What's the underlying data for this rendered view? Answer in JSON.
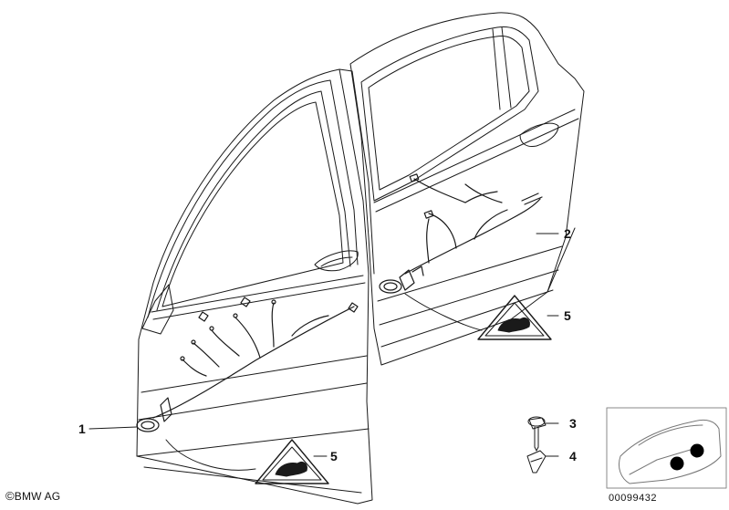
{
  "callouts": [
    {
      "id": "1",
      "label": "1"
    },
    {
      "id": "2",
      "label": "2"
    },
    {
      "id": "3",
      "label": "3"
    },
    {
      "id": "4",
      "label": "4"
    },
    {
      "id": "5a",
      "label": "5"
    },
    {
      "id": "5b",
      "label": "5"
    }
  ],
  "footer": {
    "copyright_symbol": "©",
    "copyright_text": "BMW AG",
    "drawing_number": "00099432"
  },
  "icons": [
    "warning-triangle-icon",
    "car-thumbnail-icon",
    "screw-icon",
    "clip-nut-icon"
  ],
  "colors": {
    "line": "#1a1a1a",
    "background": "#ffffff",
    "marker": "#000000"
  }
}
